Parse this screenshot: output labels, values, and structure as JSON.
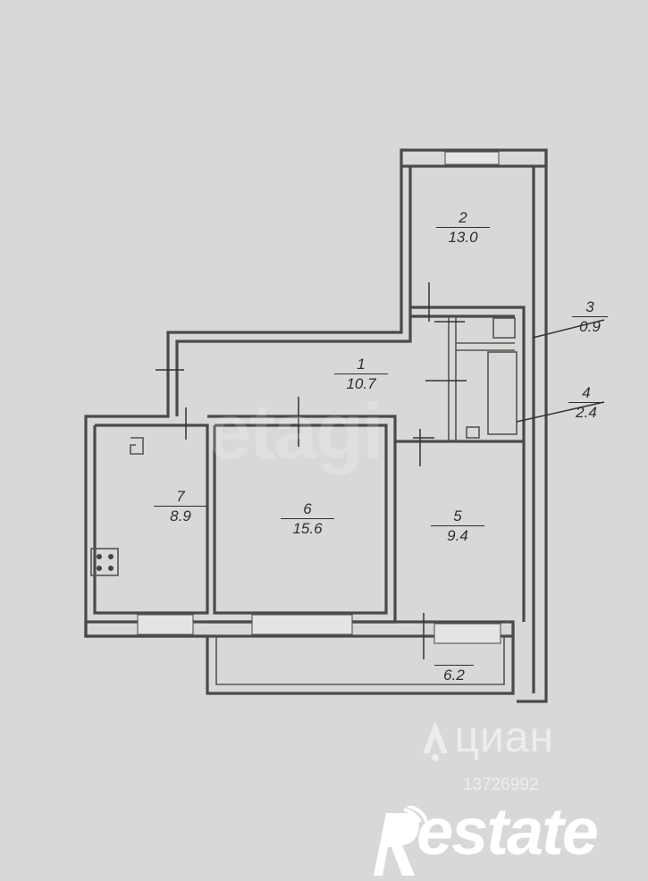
{
  "rooms": [
    {
      "num": "1",
      "area": "10.7"
    },
    {
      "num": "2",
      "area": "13.0"
    },
    {
      "num": "3",
      "area": "0.9"
    },
    {
      "num": "4",
      "area": "2.4"
    },
    {
      "num": "5",
      "area": "9.4"
    },
    {
      "num": "6",
      "area": "15.6"
    },
    {
      "num": "7",
      "area": "8.9"
    }
  ],
  "balcony": {
    "area": "6.2"
  },
  "watermarks": {
    "etagi": "etagi",
    "cian_name": "циан",
    "cian_id": "13726992",
    "brand": "estate"
  }
}
